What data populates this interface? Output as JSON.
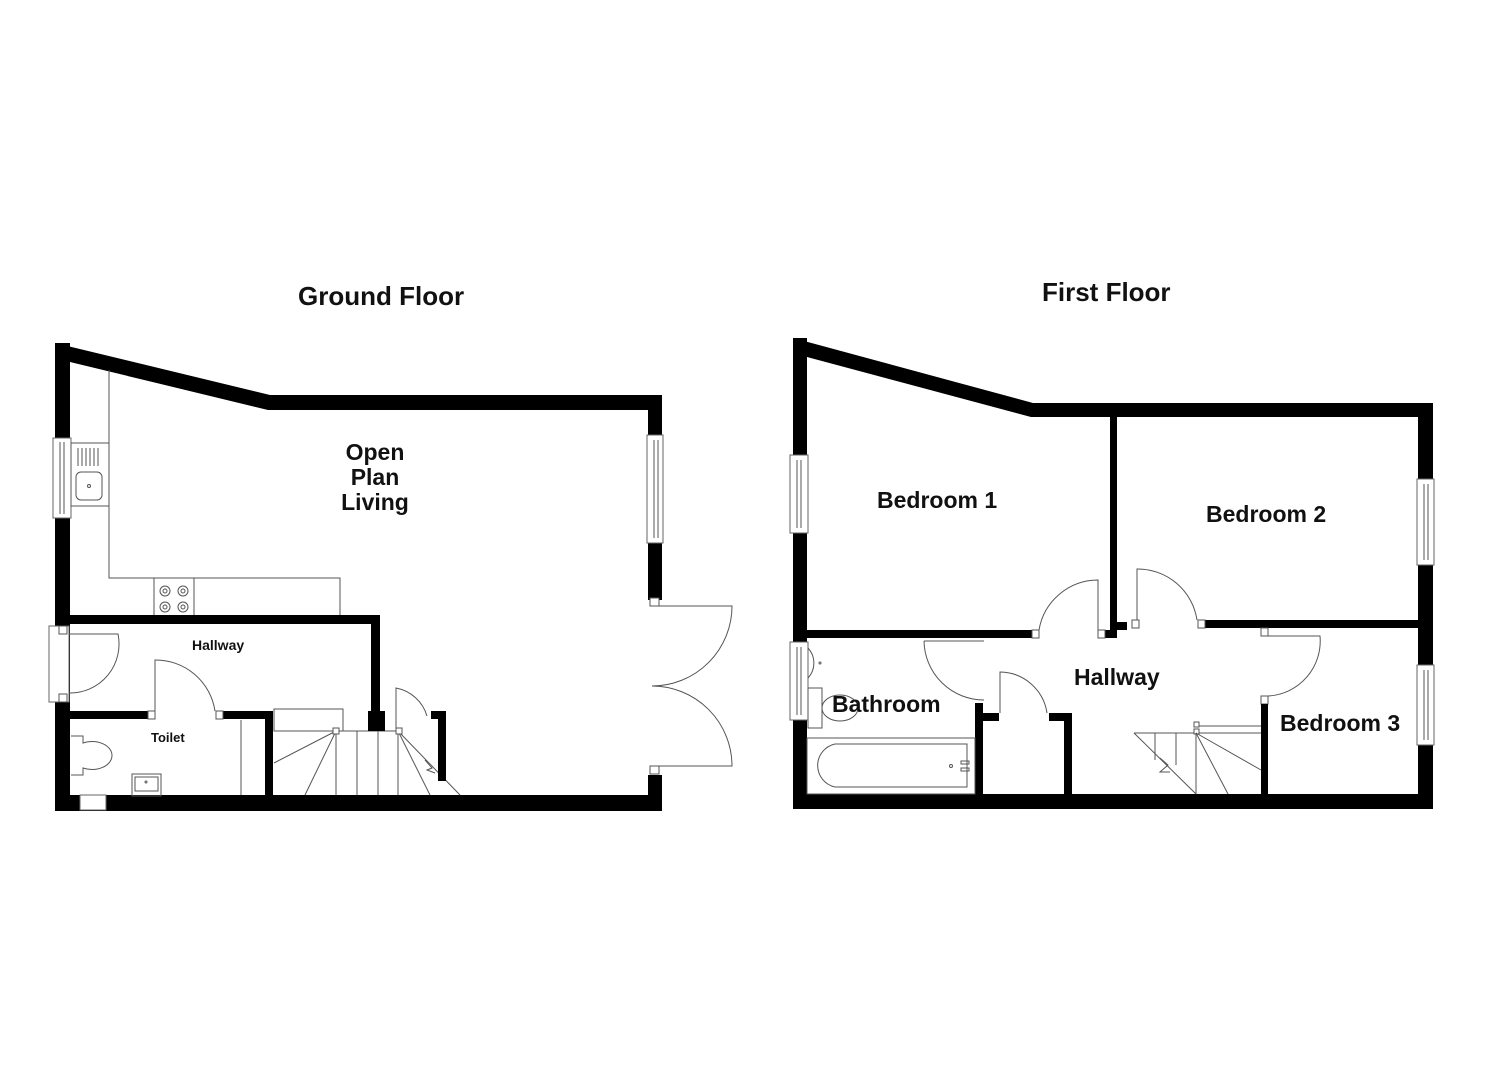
{
  "ground_floor": {
    "title": "Ground Floor",
    "rooms": {
      "open_plan_line1": "Open",
      "open_plan_line2": "Plan",
      "open_plan_line3": "Living",
      "hallway": "Hallway",
      "toilet": "Toilet"
    }
  },
  "first_floor": {
    "title": "First Floor",
    "rooms": {
      "bedroom1": "Bedroom 1",
      "bedroom2": "Bedroom 2",
      "bedroom3": "Bedroom 3",
      "bathroom": "Bathroom",
      "hallway": "Hallway"
    }
  },
  "colors": {
    "wall": "#000000",
    "fixture_line": "#555555",
    "background": "#ffffff"
  }
}
